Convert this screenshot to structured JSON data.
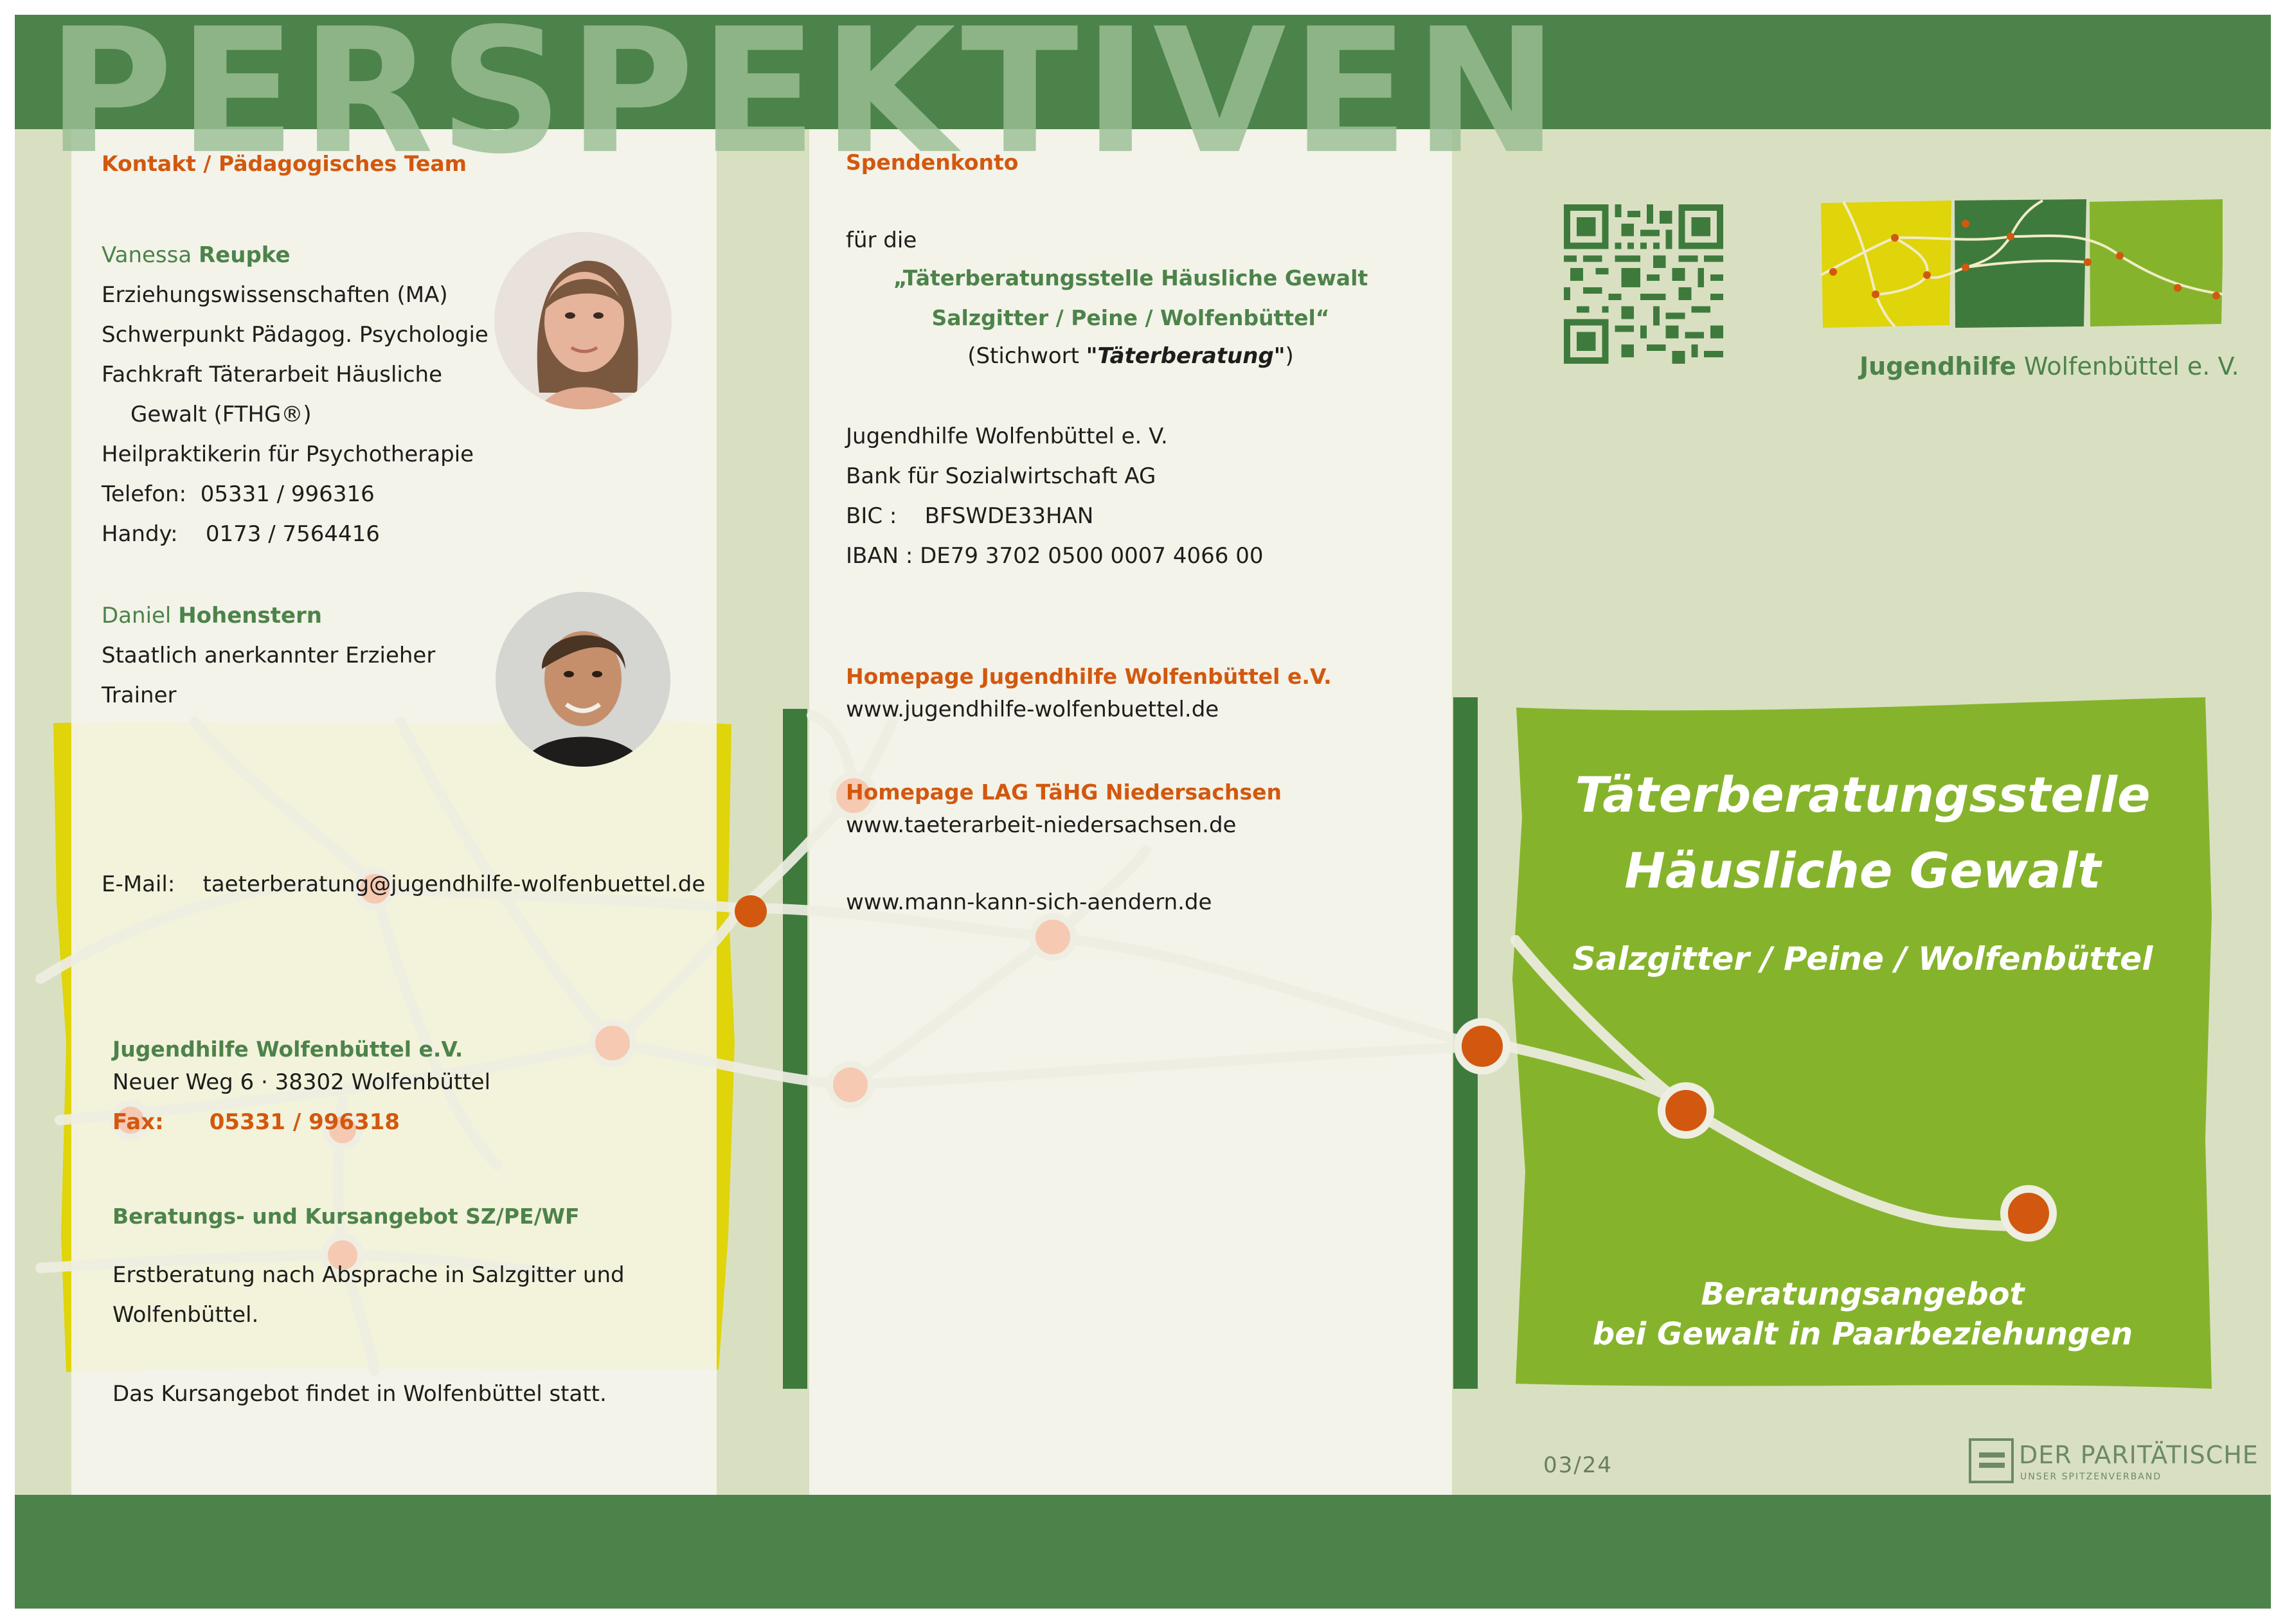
{
  "header": {
    "big_word": "PERSPEKTIVEN"
  },
  "contact": {
    "heading": "Kontakt / Pädagogisches Team",
    "person1": {
      "first": "Vanessa",
      "last": "Reupke",
      "lines": [
        "Erziehungswissenschaften (MA)",
        "Schwerpunkt Pädagog. Psychologie",
        "Fachkraft Täterarbeit Häusliche",
        "Gewalt (FTHG®)",
        "Heilpraktikerin für Psychotherapie"
      ],
      "phone_label": "Telefon:",
      "phone": "05331 / 996316",
      "mobile_label": "Handy:",
      "mobile": "0173 / 7564416"
    },
    "person2": {
      "first": "Daniel",
      "last": "Hohenstern",
      "lines": [
        "Staatlich anerkannter Erzieher",
        "Trainer"
      ]
    },
    "email_label": "E-Mail:",
    "email": "taeterberatung@jugendhilfe-wolfenbuettel.de",
    "org": {
      "name": "Jugendhilfe Wolfenbüttel e.V.",
      "address": "Neuer Weg 6 · 38302 Wolfenbüttel",
      "fax_label": "Fax:",
      "fax": "05331 / 996318"
    },
    "offer_heading": "Beratungs- und Kursangebot SZ/PE/WF",
    "offer_text": [
      "Erstberatung nach Absprache in Salzgitter und",
      "Wolfenbüttel."
    ],
    "course_text": "Das Kursangebot findet in Wolfenbüttel statt."
  },
  "donation": {
    "heading": "Spendenkonto",
    "intro": "für die",
    "recipient_line1": "„Täterberatungsstelle Häusliche Gewalt",
    "recipient_line2": "Salzgitter / Peine / Wolfenbüttel“",
    "keyword_prefix": "(Stichwort ",
    "keyword": "\"Täterberatung\"",
    "keyword_suffix": ")",
    "account_holder": "Jugendhilfe Wolfenbüttel e. V.",
    "bank": "Bank für Sozialwirtschaft AG",
    "bic_label": "BIC :",
    "bic": "BFSWDE33HAN",
    "iban_label": "IBAN :",
    "iban": "DE79 3702 0500 0007 4066 00",
    "homepage1_heading": "Homepage Jugendhilfe Wolfenbüttel e.V.",
    "homepage1_url": "www.jugendhilfe-wolfenbuettel.de",
    "homepage2_heading": "Homepage LAG TäHG Niedersachsen",
    "homepage2_url": "www.taeterarbeit-niedersachsen.de",
    "homepage3_url": "www.mann-kann-sich-aendern.de"
  },
  "cover": {
    "logo_org_bold": "Jugendhilfe",
    "logo_org_rest": " Wolfenbüttel e. V.",
    "title_line1": "Täterberatungsstelle",
    "title_line2": "Häusliche Gewalt",
    "subtitle": "Salzgitter / Peine / Wolfenbüttel",
    "tagline_line1": "Beratungsangebot",
    "tagline_line2": "bei Gewalt in Paarbeziehungen",
    "edition": "03/24",
    "partner_logo_main": "DER PARITÄTISCHE",
    "partner_logo_sub": "UNSER SPITZENVERBAND"
  },
  "colors": {
    "green_dark": "#4c834a",
    "green_light": "#86b32c",
    "yellow": "#e0d40a",
    "orange": "#d2580f",
    "background": "#d9e0c1"
  }
}
